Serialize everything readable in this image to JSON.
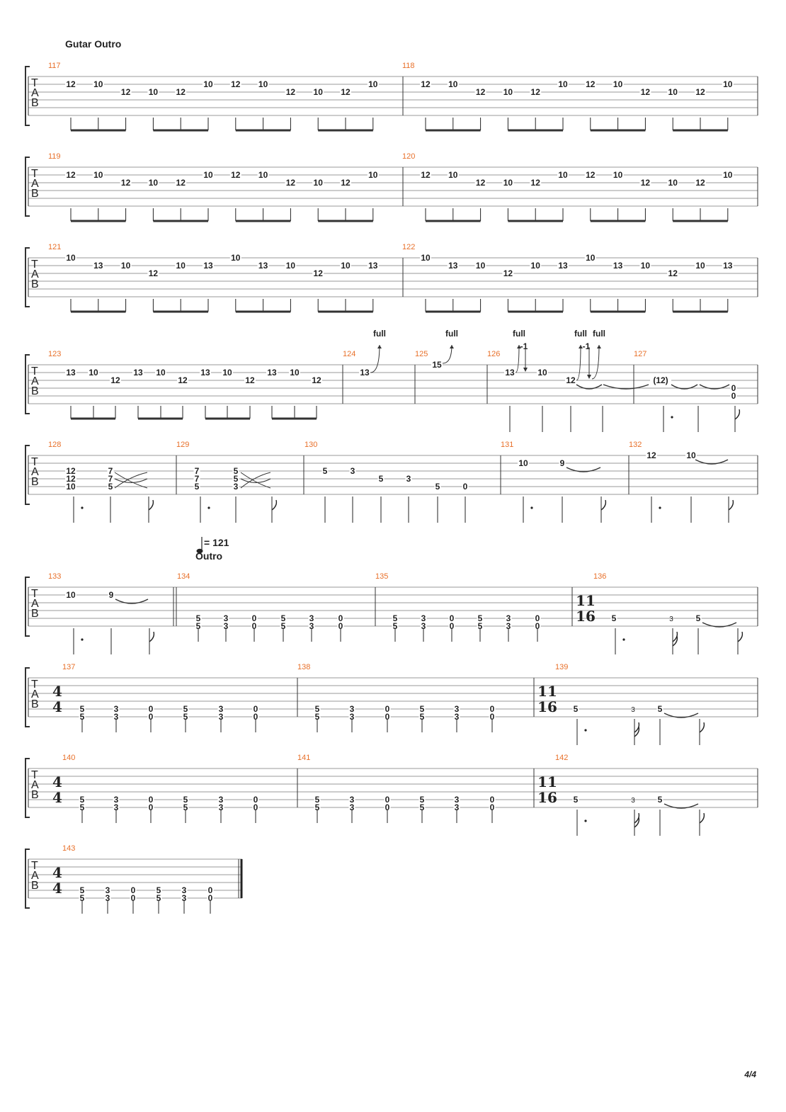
{
  "header": {
    "title": "Gutar Outro"
  },
  "tempo": {
    "label": "= 121",
    "section": "Outro"
  },
  "page": {
    "number": "4/4"
  },
  "systems": [
    {
      "row": 0,
      "measures": [
        {
          "num": "117",
          "events": [
            {
              "s": 2,
              "f": "12"
            },
            {
              "s": 2,
              "f": "10"
            },
            {
              "s": 3,
              "f": "12"
            },
            {
              "s": 3,
              "f": "10"
            },
            {
              "s": 3,
              "f": "12"
            },
            {
              "s": 2,
              "f": "10"
            },
            {
              "s": 2,
              "f": "12"
            },
            {
              "s": 2,
              "f": "10"
            },
            {
              "s": 3,
              "f": "12"
            },
            {
              "s": 3,
              "f": "10"
            },
            {
              "s": 3,
              "f": "12"
            },
            {
              "s": 2,
              "f": "10"
            }
          ]
        },
        {
          "num": "118",
          "events": [
            {
              "s": 2,
              "f": "12"
            },
            {
              "s": 2,
              "f": "10"
            },
            {
              "s": 3,
              "f": "12"
            },
            {
              "s": 3,
              "f": "10"
            },
            {
              "s": 3,
              "f": "12"
            },
            {
              "s": 2,
              "f": "10"
            },
            {
              "s": 2,
              "f": "12"
            },
            {
              "s": 2,
              "f": "10"
            },
            {
              "s": 3,
              "f": "12"
            },
            {
              "s": 3,
              "f": "10"
            },
            {
              "s": 3,
              "f": "12"
            },
            {
              "s": 2,
              "f": "10"
            }
          ]
        }
      ]
    },
    {
      "row": 1,
      "measures": [
        {
          "num": "119",
          "events": [
            {
              "s": 2,
              "f": "12"
            },
            {
              "s": 2,
              "f": "10"
            },
            {
              "s": 3,
              "f": "12"
            },
            {
              "s": 3,
              "f": "10"
            },
            {
              "s": 3,
              "f": "12"
            },
            {
              "s": 2,
              "f": "10"
            },
            {
              "s": 2,
              "f": "12"
            },
            {
              "s": 2,
              "f": "10"
            },
            {
              "s": 3,
              "f": "12"
            },
            {
              "s": 3,
              "f": "10"
            },
            {
              "s": 3,
              "f": "12"
            },
            {
              "s": 2,
              "f": "10"
            }
          ]
        },
        {
          "num": "120",
          "events": [
            {
              "s": 2,
              "f": "12"
            },
            {
              "s": 2,
              "f": "10"
            },
            {
              "s": 3,
              "f": "12"
            },
            {
              "s": 3,
              "f": "10"
            },
            {
              "s": 3,
              "f": "12"
            },
            {
              "s": 2,
              "f": "10"
            },
            {
              "s": 2,
              "f": "12"
            },
            {
              "s": 2,
              "f": "10"
            },
            {
              "s": 3,
              "f": "12"
            },
            {
              "s": 3,
              "f": "10"
            },
            {
              "s": 3,
              "f": "12"
            },
            {
              "s": 2,
              "f": "10"
            }
          ]
        }
      ]
    },
    {
      "row": 2,
      "measures": [
        {
          "num": "121",
          "events": [
            {
              "s": 1,
              "f": "10"
            },
            {
              "s": 2,
              "f": "13"
            },
            {
              "s": 2,
              "f": "10"
            },
            {
              "s": 3,
              "f": "12"
            },
            {
              "s": 2,
              "f": "10"
            },
            {
              "s": 2,
              "f": "13"
            },
            {
              "s": 1,
              "f": "10"
            },
            {
              "s": 2,
              "f": "13"
            },
            {
              "s": 2,
              "f": "10"
            },
            {
              "s": 3,
              "f": "12"
            },
            {
              "s": 2,
              "f": "10"
            },
            {
              "s": 2,
              "f": "13"
            }
          ]
        },
        {
          "num": "122",
          "events": [
            {
              "s": 1,
              "f": "10"
            },
            {
              "s": 2,
              "f": "13"
            },
            {
              "s": 2,
              "f": "10"
            },
            {
              "s": 3,
              "f": "12"
            },
            {
              "s": 2,
              "f": "10"
            },
            {
              "s": 2,
              "f": "13"
            },
            {
              "s": 1,
              "f": "10"
            },
            {
              "s": 2,
              "f": "13"
            },
            {
              "s": 2,
              "f": "10"
            },
            {
              "s": 3,
              "f": "12"
            },
            {
              "s": 2,
              "f": "10"
            },
            {
              "s": 2,
              "f": "13"
            }
          ]
        }
      ]
    }
  ],
  "row3": {
    "m123": {
      "num": "123",
      "events": [
        {
          "s": 2,
          "f": "13"
        },
        {
          "s": 2,
          "f": "10"
        },
        {
          "s": 3,
          "f": "12"
        },
        {
          "s": 2,
          "f": "13"
        },
        {
          "s": 2,
          "f": "10"
        },
        {
          "s": 3,
          "f": "12"
        },
        {
          "s": 2,
          "f": "13"
        },
        {
          "s": 2,
          "f": "10"
        },
        {
          "s": 3,
          "f": "12"
        },
        {
          "s": 2,
          "f": "13"
        },
        {
          "s": 2,
          "f": "10"
        },
        {
          "s": 3,
          "f": "12"
        }
      ]
    },
    "m124": {
      "num": "124",
      "fret": "13",
      "bend": "full"
    },
    "m125": {
      "num": "125",
      "fret": "15",
      "bend": "full"
    },
    "m126": {
      "num": "126",
      "fret1": "13",
      "bend1": "full",
      "bend1b": "-1",
      "fret2": "10",
      "fret3": "12",
      "bend3": "full",
      "bend3b": "-1",
      "bend3c": "full"
    },
    "m127": {
      "num": "127",
      "tied": "(12)",
      "chord": [
        "0",
        "0"
      ]
    }
  },
  "row4": {
    "m128": {
      "num": "128",
      "chord1": [
        "12",
        "12",
        "10"
      ],
      "chord2": [
        "7",
        "7",
        "5"
      ]
    },
    "m129": {
      "num": "129",
      "chord1": [
        "7",
        "7",
        "5"
      ],
      "chord2": [
        "5",
        "5",
        "3"
      ]
    },
    "m130": {
      "num": "130",
      "events": [
        {
          "s": 3,
          "f": "5"
        },
        {
          "s": 3,
          "f": "3"
        },
        {
          "s": 4,
          "f": "5"
        },
        {
          "s": 4,
          "f": "3"
        },
        {
          "s": 5,
          "f": "5"
        },
        {
          "s": 5,
          "f": "0"
        }
      ]
    },
    "m131": {
      "num": "131",
      "f1": "10",
      "f2": "9"
    },
    "m132": {
      "num": "132",
      "f1": "12",
      "f2": "10"
    }
  },
  "row5": {
    "m133": {
      "num": "133",
      "f1": "10",
      "f2": "9"
    },
    "m134": {
      "num": "134",
      "chords": [
        [
          "5",
          "5"
        ],
        [
          "3",
          "3"
        ],
        [
          "0",
          "0"
        ],
        [
          "5",
          "5"
        ],
        [
          "3",
          "3"
        ],
        [
          "0",
          "0"
        ]
      ]
    },
    "m135": {
      "num": "135",
      "chords": [
        [
          "5",
          "5"
        ],
        [
          "3",
          "3"
        ],
        [
          "0",
          "0"
        ],
        [
          "5",
          "5"
        ],
        [
          "3",
          "3"
        ],
        [
          "0",
          "0"
        ]
      ]
    },
    "m136": {
      "num": "136",
      "ts": [
        "11",
        "16"
      ],
      "f1": "5",
      "tuplet": "3",
      "f2": "5"
    }
  },
  "row6": {
    "m137": {
      "num": "137",
      "ts": [
        "4",
        "4"
      ],
      "chords": [
        [
          "5",
          "5"
        ],
        [
          "3",
          "3"
        ],
        [
          "0",
          "0"
        ],
        [
          "5",
          "5"
        ],
        [
          "3",
          "3"
        ],
        [
          "0",
          "0"
        ]
      ]
    },
    "m138": {
      "num": "138",
      "chords": [
        [
          "5",
          "5"
        ],
        [
          "3",
          "3"
        ],
        [
          "0",
          "0"
        ],
        [
          "5",
          "5"
        ],
        [
          "3",
          "3"
        ],
        [
          "0",
          "0"
        ]
      ]
    },
    "m139": {
      "num": "139",
      "ts": [
        "11",
        "16"
      ],
      "f1": "5",
      "tuplet": "3",
      "f2": "5"
    }
  },
  "row7": {
    "m140": {
      "num": "140",
      "ts": [
        "4",
        "4"
      ],
      "chords": [
        [
          "5",
          "5"
        ],
        [
          "3",
          "3"
        ],
        [
          "0",
          "0"
        ],
        [
          "5",
          "5"
        ],
        [
          "3",
          "3"
        ],
        [
          "0",
          "0"
        ]
      ]
    },
    "m141": {
      "num": "141",
      "chords": [
        [
          "5",
          "5"
        ],
        [
          "3",
          "3"
        ],
        [
          "0",
          "0"
        ],
        [
          "5",
          "5"
        ],
        [
          "3",
          "3"
        ],
        [
          "0",
          "0"
        ]
      ]
    },
    "m142": {
      "num": "142",
      "ts": [
        "11",
        "16"
      ],
      "f1": "5",
      "tuplet": "3",
      "f2": "5"
    }
  },
  "row8": {
    "m143": {
      "num": "143",
      "ts": [
        "4",
        "4"
      ],
      "chords": [
        [
          "5",
          "5"
        ],
        [
          "3",
          "3"
        ],
        [
          "0",
          "0"
        ],
        [
          "5",
          "5"
        ],
        [
          "3",
          "3"
        ],
        [
          "0",
          "0"
        ]
      ]
    }
  }
}
